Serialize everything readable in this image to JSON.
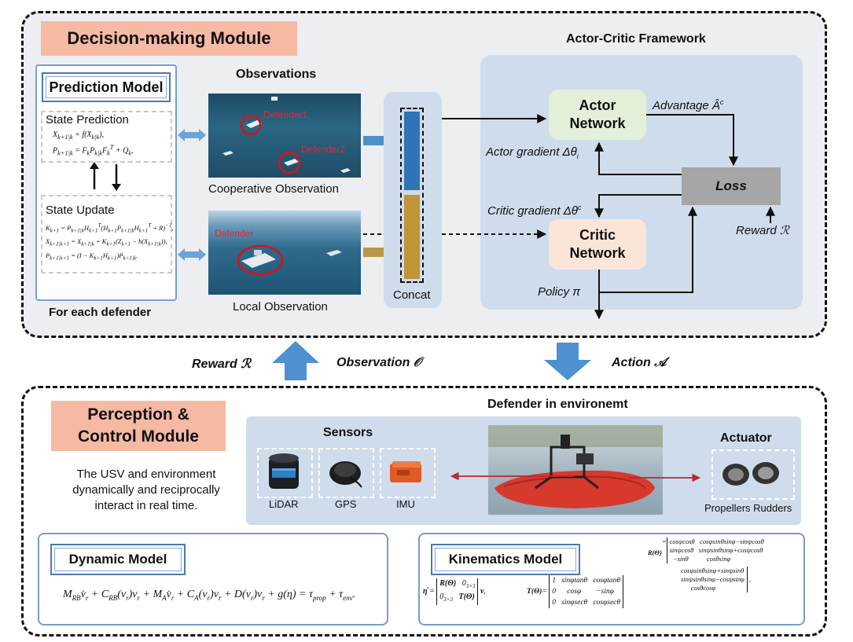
{
  "decision": {
    "title": "Decision-making Module",
    "prediction_model": {
      "title": "Prediction Model",
      "state_prediction": "State Prediction",
      "state_update": "State Update",
      "footer": "For each defender",
      "eq1": "X_{k+1|k} = f(X_{k|k}),",
      "eq2": "P_{k+1|k} = F_k P_{k|k} F_k^T + Q_k,",
      "eq3": "K_{k+1} = P_{k+1|k} H_{k+1}^T (H_{k+1} P_{k+1|k} H_{k+1}^T + R)^{-1},",
      "eq4": "X_{k+1|k+1} = X_{k+1|k} + K_{k+1}(Z_{k+1} − h(X_{k+1|k})),",
      "eq5": "P_{k+1|k+1} = (I − K_{k+1} H_{k+1}) P_{k+1|k}."
    },
    "observations": {
      "title": "Observations",
      "cooperative_caption": "Cooperative Observation",
      "local_caption": "Local Observation",
      "defender1": "Defender1",
      "defender2": "Defender2",
      "defender": "Defender"
    },
    "concat_label": "Concat",
    "actor_critic": {
      "title": "Actor-Critic Framework",
      "actor_line1": "Actor",
      "actor_line2": "Network",
      "critic_line1": "Critic",
      "critic_line2": "Network",
      "loss": "Loss",
      "advantage": "Advantage Â",
      "advantage_sup": "c",
      "actor_gradient": "Actor gradient Δθ",
      "actor_gradient_sub": "i",
      "critic_gradient": "Critic gradient Δθ",
      "critic_gradient_sup": "c",
      "reward": "Reward ℛ",
      "policy": "Policy π"
    }
  },
  "flows": {
    "reward": "Reward ℛ",
    "observation": "Observation 𝒪",
    "action": "Action 𝒜"
  },
  "perception": {
    "title_line1": "Perception &",
    "title_line2": "Control Module",
    "description_line1": "The USV and environment",
    "description_line2": "dynamically and reciprocally",
    "description_line3": "interact in real time.",
    "environment_title": "Defender in environemt",
    "sensors_title": "Sensors",
    "sensors": [
      "LiDAR",
      "GPS",
      "IMU"
    ],
    "actuator_title": "Actuator",
    "actuator_caption": "Propellers Rudders",
    "dynamic_model": {
      "title": "Dynamic Model",
      "equation": "M_RB v̇_r + C_RB(v_r)v_r + M_A v̇_r + C_A(v_r)v_r + D(v_r)v_r + g(η) = τ_prop + τ_env."
    },
    "kinematics_model": {
      "title": "Kinematics Model",
      "eta_eq": "η̇ = [R(Θ) 0₃ₓ₃; 0₃ₓ₃ T(Θ)] v,",
      "T_eq": "T(Θ) = [1 sinφtanθ cosφtanθ; 0 cosφ −sinφ; 0 sinφsecθ cosφsecθ]",
      "R_eq": "R(Θ) = [cosψcosθ ...]"
    }
  },
  "colors": {
    "title_bg": "#f6b9a3",
    "panel_bg": "#cfdcec",
    "actor_bg": "#e3efd9",
    "critic_bg": "#fbe5d9",
    "loss_bg": "#a6a6a6",
    "flow_arrow": "#4f90d0",
    "concat_blue": "#2e75b6",
    "concat_gold": "#c09538"
  }
}
